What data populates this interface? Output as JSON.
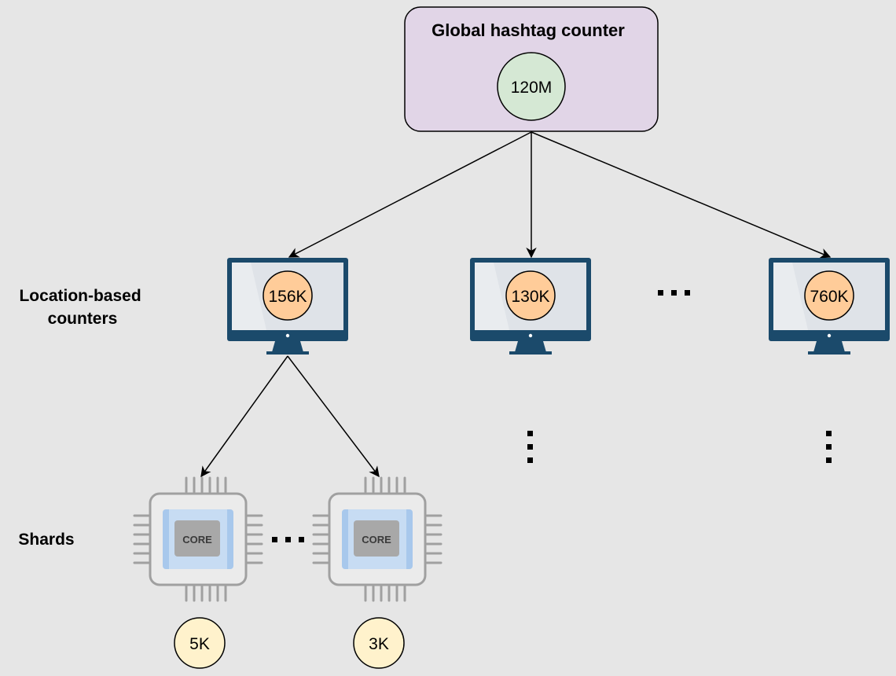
{
  "global": {
    "title": "Global hashtag counter",
    "count": "120M"
  },
  "labels": {
    "location": [
      "Location-based",
      "counters"
    ],
    "shards": "Shards"
  },
  "location_counters": [
    {
      "count": "156K"
    },
    {
      "count": "130K"
    },
    {
      "count": "760K"
    }
  ],
  "shards": [
    {
      "chip_text": "CORE",
      "count": "5K"
    },
    {
      "chip_text": "CORE",
      "count": "3K"
    }
  ],
  "colors": {
    "background": "#e6e6e6",
    "global_box_fill": "#e1d5e7",
    "global_circle_fill": "#d5e8d4",
    "location_circle_fill": "#ffcc99",
    "shard_circle_fill": "#fff2cc",
    "monitor_frame": "#1b4a6b",
    "monitor_screen": "#e9ecef",
    "chip_outline": "#a0a0a0",
    "chip_core": "#a8c8ec"
  },
  "icons": {
    "monitor": "monitor-icon",
    "chip": "cpu-chip-icon"
  }
}
